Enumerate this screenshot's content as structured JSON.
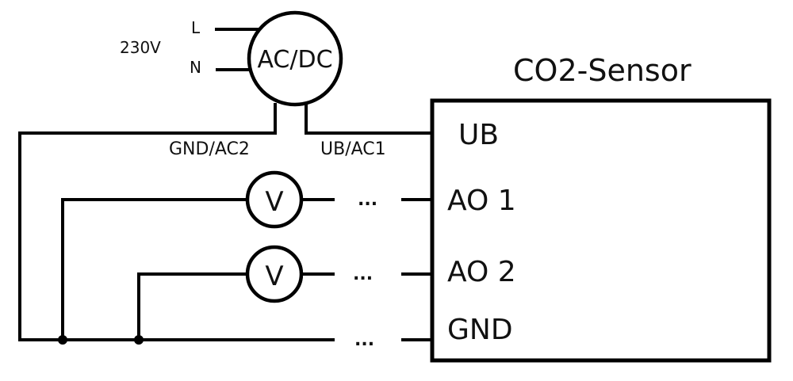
{
  "diagram": {
    "title": "CO2-Sensor",
    "supply": {
      "voltage_label": "230V",
      "line_label": "L",
      "neutral_label": "N",
      "converter_label": "AC/DC",
      "out_gnd_label": "GND/AC2",
      "out_ub_label": "UB/AC1"
    },
    "sensor_pins": [
      {
        "id": "ub",
        "label": "UB"
      },
      {
        "id": "ao1",
        "label": "AO 1"
      },
      {
        "id": "ao2",
        "label": "AO 2"
      },
      {
        "id": "gnd",
        "label": "GND"
      }
    ],
    "voltmeters": [
      {
        "id": "v1",
        "label": "V"
      },
      {
        "id": "v2",
        "label": "V"
      }
    ],
    "ellipsis": "..."
  }
}
